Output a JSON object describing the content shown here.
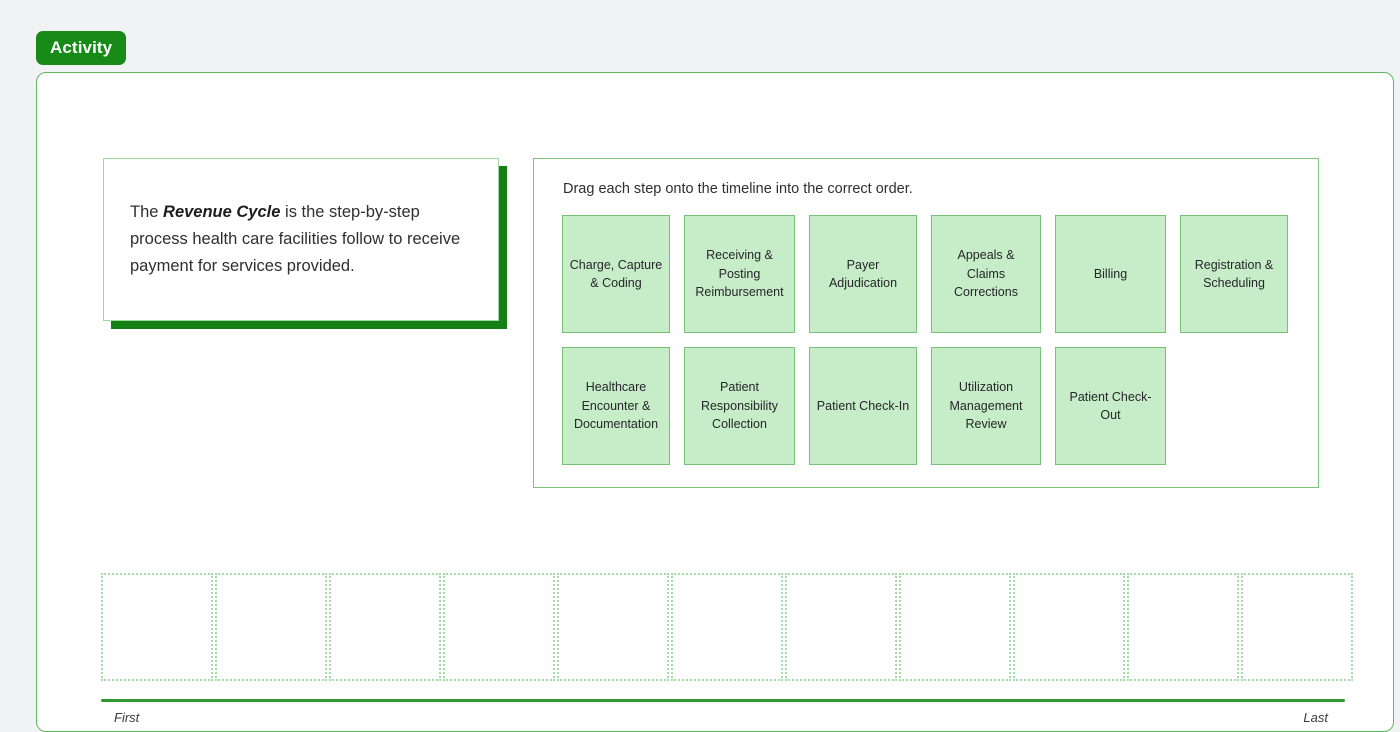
{
  "panel": {
    "tab_label": "Activity"
  },
  "intro": {
    "text_before": "The ",
    "emphasis": "Revenue Cycle",
    "text_after": " is the step-by-step process health care facilities follow to receive payment for services provided."
  },
  "tile_bank": {
    "prompt": "Drag each step onto the timeline into the correct order.",
    "rows": [
      [
        {
          "label": "Charge, Capture & Coding",
          "width": 108
        },
        {
          "label": "Receiving & Posting Reimbursement",
          "width": 111
        },
        {
          "label": "Payer Adjudication",
          "width": 108
        },
        {
          "label": "Appeals & Claims Corrections",
          "width": 110
        },
        {
          "label": "Billing",
          "width": 111
        },
        {
          "label": "Registration & Scheduling",
          "width": 108
        }
      ],
      [
        {
          "label": "Healthcare Encounter & Documentation",
          "width": 108
        },
        {
          "label": "Patient Responsibility Collection",
          "width": 111
        },
        {
          "label": "Patient Check-In",
          "width": 108
        },
        {
          "label": "Utilization Management Review",
          "width": 110
        },
        {
          "label": "Patient Check-Out",
          "width": 111
        }
      ]
    ]
  },
  "timeline": {
    "dropzone_count": 11,
    "label_first": "First",
    "label_last": "Last"
  },
  "colors": {
    "accent_green": "#178a18",
    "tile_fill": "#c6edc7",
    "tile_border": "#77c278",
    "dropzone_border": "#a5dba6",
    "rule": "#2f9930",
    "page_bg": "#f1f2f4"
  }
}
